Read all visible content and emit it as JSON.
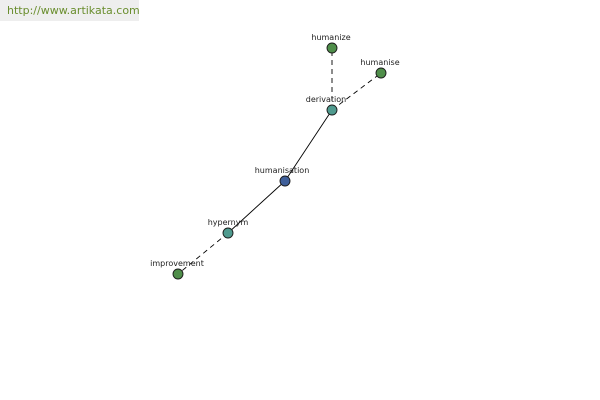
{
  "watermark": {
    "text": "http://www.artikata.com"
  },
  "colors": {
    "center_node": "#3f5f9a",
    "related_node": "#4f9a8e",
    "leaf_node": "#4f8e4a",
    "watermark_bg": "#eeeeee",
    "watermark_text": "#6a8e2e"
  },
  "graph": {
    "nodes": [
      {
        "id": "humanize",
        "label": "humanize",
        "kind": "leaf"
      },
      {
        "id": "humanise",
        "label": "humanise",
        "kind": "leaf"
      },
      {
        "id": "derivation",
        "label": "derivation",
        "kind": "related"
      },
      {
        "id": "humanisation",
        "label": "humanisation",
        "kind": "center"
      },
      {
        "id": "hypernym",
        "label": "hypernym",
        "kind": "related"
      },
      {
        "id": "improvement",
        "label": "improvement",
        "kind": "leaf"
      }
    ],
    "edges": [
      {
        "from": "humanisation",
        "to": "derivation",
        "style": "solid"
      },
      {
        "from": "humanisation",
        "to": "hypernym",
        "style": "solid"
      },
      {
        "from": "derivation",
        "to": "humanize",
        "style": "dashed"
      },
      {
        "from": "derivation",
        "to": "humanise",
        "style": "dashed"
      },
      {
        "from": "hypernym",
        "to": "improvement",
        "style": "dashed"
      }
    ]
  }
}
